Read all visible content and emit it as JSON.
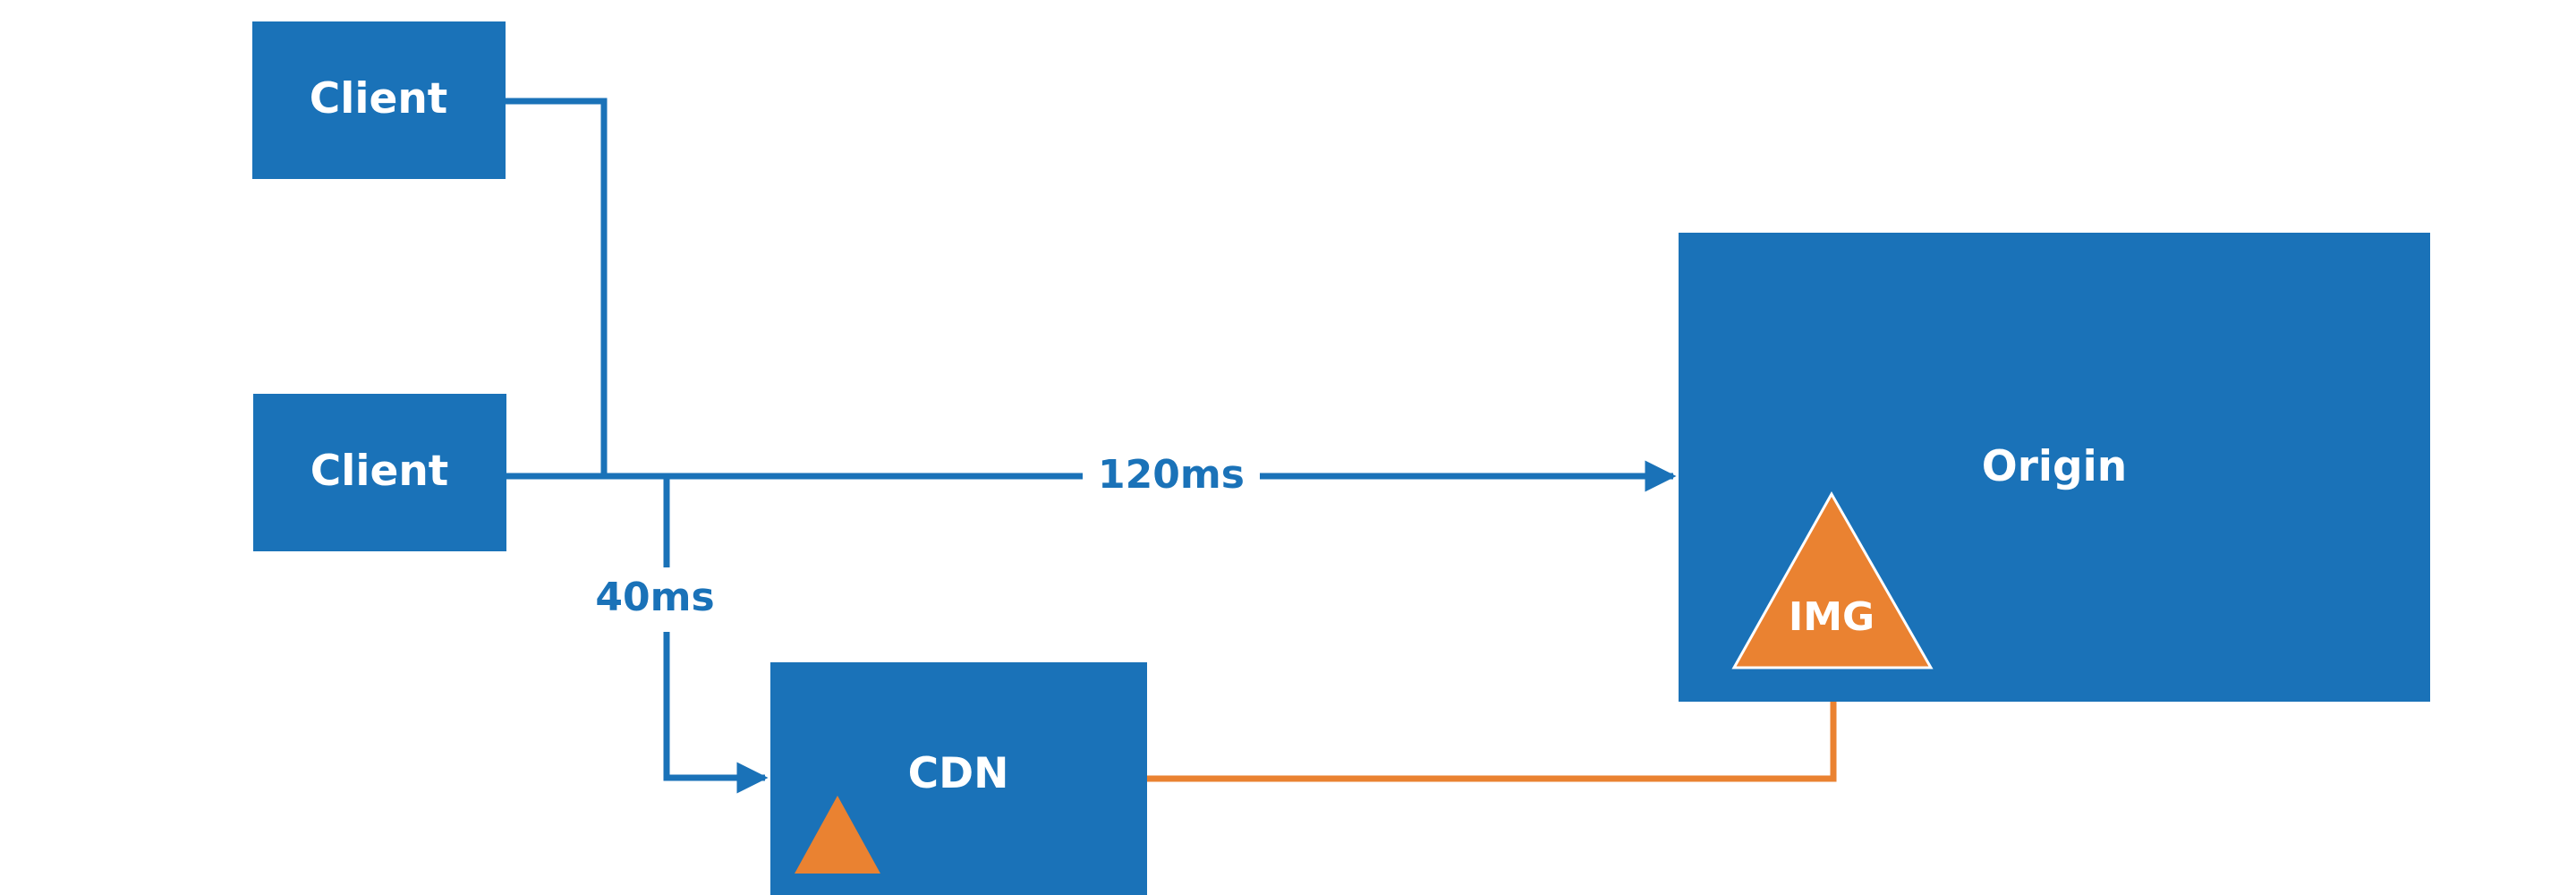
{
  "diagram": {
    "nodes": {
      "client_top": "Client",
      "client_bottom": "Client",
      "cdn": "CDN",
      "origin": "Origin",
      "origin_image": "IMG"
    },
    "edges": {
      "client_to_origin": "120ms",
      "client_to_cdn": "40ms"
    }
  },
  "colors": {
    "box": "#1a72b8",
    "line": "#1a72b8",
    "accent": "#ea8231",
    "text_on_box": "#ffffff"
  }
}
